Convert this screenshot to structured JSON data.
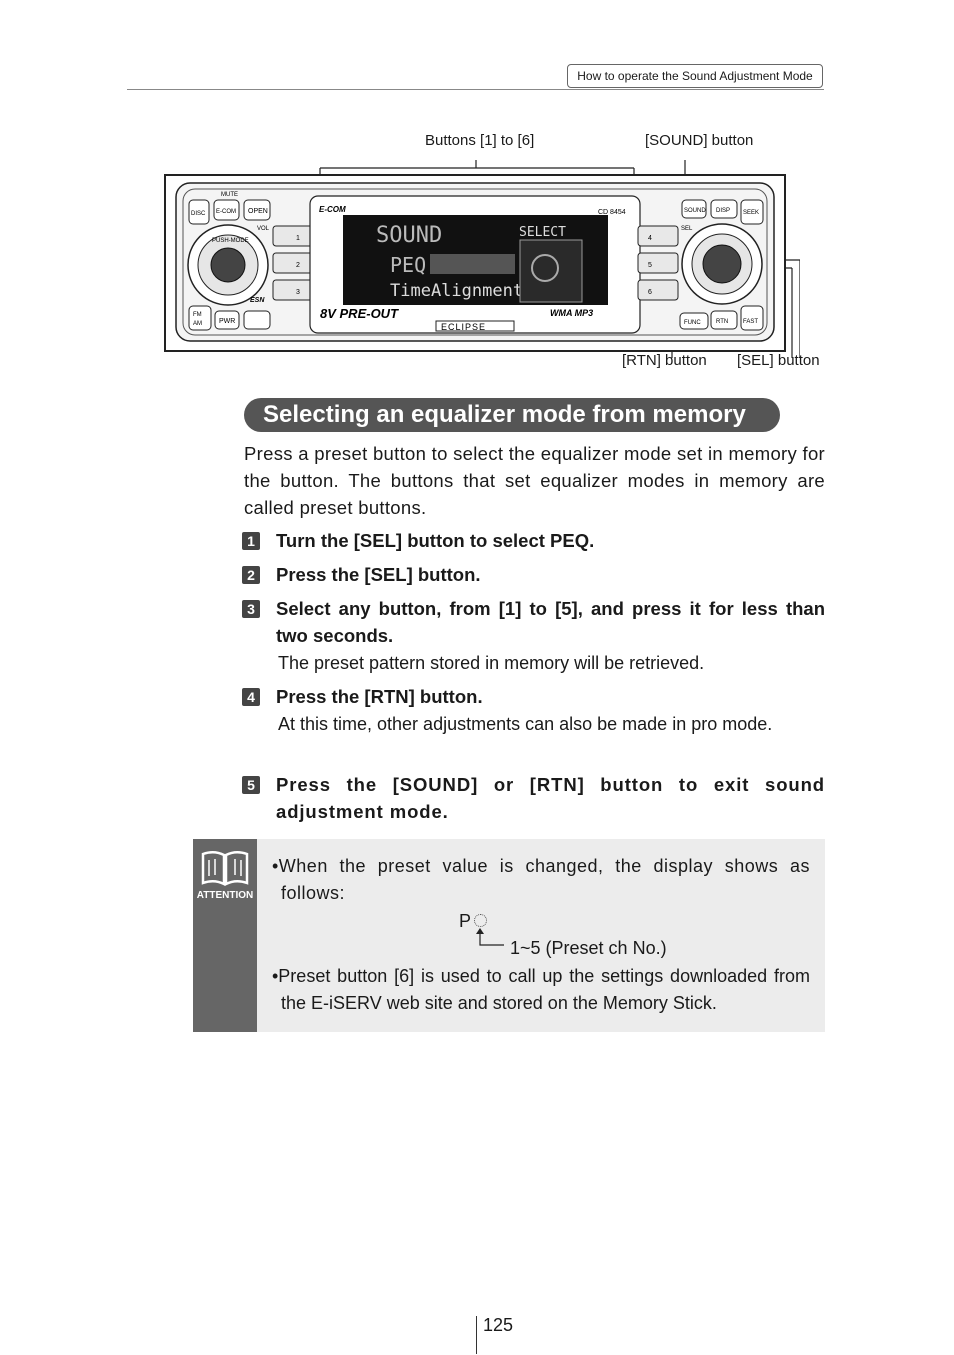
{
  "header": {
    "running_head": "How to operate the Sound Adjustment Mode"
  },
  "figure": {
    "callouts": {
      "buttons_1_6": "Buttons [1] to [6]",
      "sound_button": "[SOUND] button",
      "rtn_button": "[RTN] button",
      "sel_button": "[SEL] button"
    },
    "device": {
      "mute": "MUTE",
      "disc": "DISC",
      "ecom": "E-COM",
      "open": "OPEN",
      "vol": "VOL",
      "esn": "ESN",
      "fm_am_1": "FM",
      "fm_am_2": "AM",
      "pwr": "PWR",
      "ecom_logo": "E-COM",
      "model": "CD 8454",
      "lcd_line1": "SOUND",
      "lcd_line1b": "SELECT",
      "lcd_line2": "PEQ",
      "lcd_line3": "TimeAlignment",
      "sound": "SOUND",
      "disp": "DISP",
      "seek": "SEEK",
      "sel": "SEL",
      "func": "FUNC",
      "rtn": "RTN",
      "fast": "FAST",
      "brand": "ECLIPSE",
      "preout": "8V PRE-OUT",
      "wma": "WMA MP3",
      "push_mode": "PUSH-MODE",
      "presets_left": [
        "1",
        "2",
        "3"
      ],
      "presets_right": [
        "4",
        "5",
        "6"
      ]
    }
  },
  "section": {
    "title": "Selecting an equalizer mode from memory"
  },
  "intro": "Press a preset button to select the equalizer mode set in memory for the button. The buttons that set equalizer modes in memory are called preset buttons.",
  "steps": [
    {
      "num": "1",
      "head": "Turn the [SEL] button to select PEQ.",
      "body": ""
    },
    {
      "num": "2",
      "head": "Press the [SEL] button.",
      "body": ""
    },
    {
      "num": "3",
      "head": "Select any button, from [1] to [5], and press it for less than two seconds.",
      "body": "The preset pattern stored in memory will be retrieved."
    },
    {
      "num": "4",
      "head": "Press the [RTN] button.",
      "body": "At this time, other adjustments can also be made in pro mode."
    },
    {
      "num": "5",
      "head": "Press the [SOUND] or [RTN] button to exit sound adjustment mode.",
      "body": ""
    }
  ],
  "attention": {
    "label": "ATTENTION",
    "bullet1": "•When the preset value is changed, the display shows as follows:",
    "display_char": "P",
    "preset_note": "1~5 (Preset ch No.)",
    "bullet2": "•Preset button [6] is used to call up the settings downloaded from the E-iSERV web site and stored on the Memory Stick."
  },
  "footer": {
    "page_number": "125"
  }
}
